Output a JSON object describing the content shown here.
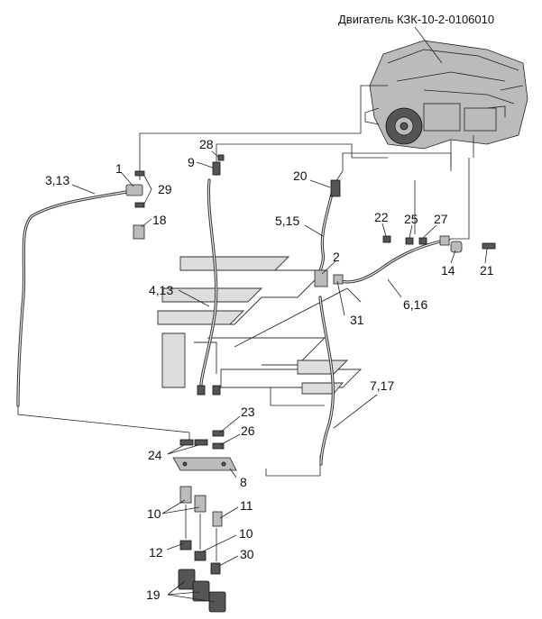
{
  "engine_label": "Двигатель КЗК-10-2-0106010",
  "callouts": {
    "c1": "1",
    "c2": "2",
    "c3_13": "3,13",
    "c4_13": "4,13",
    "c5_15": "5,15",
    "c6_16": "6,16",
    "c7_17": "7,17",
    "c8": "8",
    "c9": "9",
    "c10a": "10",
    "c10b": "10",
    "c11": "11",
    "c12": "12",
    "c14": "14",
    "c18": "18",
    "c19": "19",
    "c20": "20",
    "c21": "21",
    "c22": "22",
    "c23": "23",
    "c24": "24",
    "c25": "25",
    "c26": "26",
    "c27": "27",
    "c28": "28",
    "c29": "29",
    "c30": "30",
    "c31": "31"
  }
}
